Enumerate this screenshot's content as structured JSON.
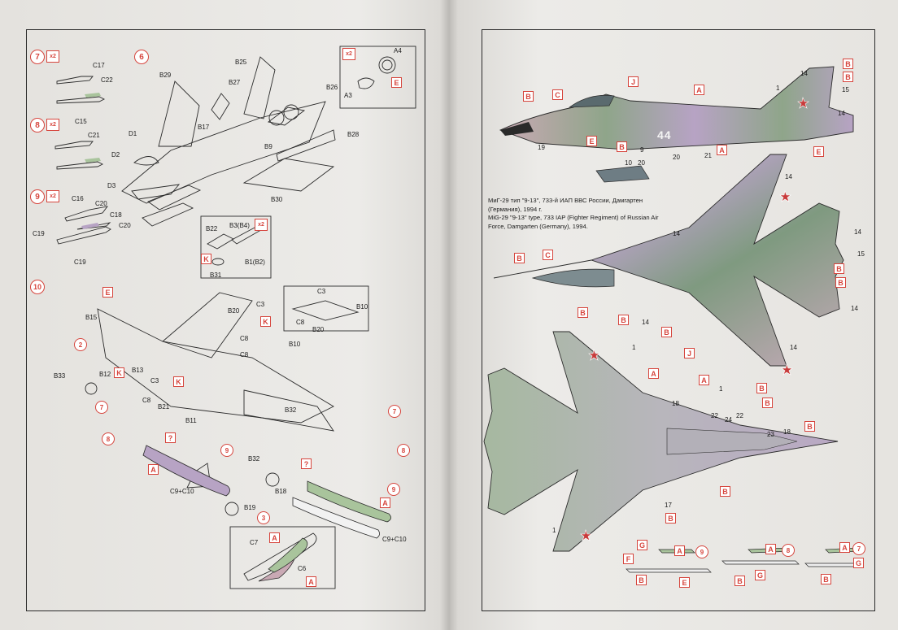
{
  "left_page": {
    "steps": [
      {
        "num": "7",
        "mult": "x2"
      },
      {
        "num": "8",
        "mult": "x2"
      },
      {
        "num": "9",
        "mult": "x2"
      },
      {
        "num": "6",
        "mult": ""
      },
      {
        "num": "10",
        "mult": ""
      }
    ],
    "step6_multiplier": "x2",
    "detail_multiplier": "x2",
    "part_labels": {
      "c17": "C17",
      "c22": "C22",
      "c15": "C15",
      "c21": "C21",
      "c16": "C16",
      "c20a": "C20",
      "c18": "C18",
      "c19a": "C19",
      "c20b": "C20",
      "c19b": "C19",
      "b25": "B25",
      "b29": "B29",
      "b27": "B27",
      "b26": "B26",
      "b17": "B17",
      "b28": "B28",
      "b9": "B9",
      "b30": "B30",
      "d1": "D1",
      "d2": "D2",
      "d3": "D3",
      "a4": "A4",
      "a3": "A3",
      "b22": "B22",
      "b3b4": "B3(B4)",
      "b1b2": "B1(B2)",
      "b31": "B31",
      "b15": "B15",
      "b20a": "B20",
      "c3a": "C3",
      "c3b": "C3",
      "c8a": "C8",
      "b10a": "B10",
      "b20b": "B20",
      "c8b": "C8",
      "b10b": "B10",
      "c8c": "C8",
      "b33": "B33",
      "b12": "B12",
      "b13": "B13",
      "c3c": "C3",
      "c8d": "C8",
      "b21": "B21",
      "b11": "B11",
      "b32a": "B32",
      "b32b": "B32",
      "b18": "B18",
      "b19": "B19",
      "c9c10a": "C9+C10",
      "c9c10b": "C9+C10",
      "c7": "C7",
      "c6": "C6"
    },
    "paint_refs": {
      "e1": "E",
      "e2": "E",
      "k1": "K",
      "k2": "K",
      "k3": "K",
      "k4": "K",
      "a1": "A",
      "a2": "A",
      "a3": "A",
      "a4": "A",
      "q1": "?",
      "q2": "?"
    },
    "circle_refs": {
      "c2": "2",
      "c3": "3",
      "c7a": "7",
      "c7b": "7",
      "c8a": "8",
      "c8b": "8",
      "c9a": "9",
      "c9b": "9"
    }
  },
  "right_page": {
    "caption_ru": "МиГ-29 тип \"9-13\", 733-й ИАП ВВС России, Дамгартен (Германия), 1994 г.",
    "caption_en": "MiG-29 \"9-13\" type, 733 IAP (Fighter Regiment) of Russian Air Force, Damgarten (Germany), 1994.",
    "side_number": "44",
    "paint_refs": {
      "b1": "B",
      "b2": "B",
      "c1": "C",
      "j1": "J",
      "a1": "A",
      "b3": "B",
      "e1": "E",
      "b4": "B",
      "a2": "A",
      "e2": "E",
      "b5": "B",
      "c2": "C",
      "b6": "B",
      "b7": "B",
      "b8": "B",
      "b9": "B",
      "b10": "B",
      "b11": "B",
      "j2": "J",
      "a3": "A",
      "a4": "A",
      "b12": "B",
      "b13": "B",
      "b14": "B",
      "b15": "B",
      "a5": "A",
      "a6": "A",
      "a7": "A",
      "g1": "G",
      "f1": "F",
      "b16": "B",
      "e3": "E",
      "g2": "G",
      "b17": "B",
      "g3": "G",
      "b18": "B"
    },
    "callouts": {
      "n1a": "1",
      "n14a": "14",
      "n15a": "15",
      "n14b": "14",
      "n19": "19",
      "n9": "9",
      "n20a": "20",
      "n21": "21",
      "n10": "10",
      "n20b": "20",
      "n14c": "14",
      "n14d": "14",
      "n14e": "14",
      "n15b": "15",
      "n14f": "14",
      "n14g": "14",
      "n14h": "14",
      "n1b": "1",
      "n1c": "1",
      "n18a": "18",
      "n22": "22",
      "n24": "24",
      "n22b": "22",
      "n23": "23",
      "n18b": "18",
      "n17": "17",
      "n1d": "1"
    },
    "weapon_steps": {
      "s9": "9",
      "s8": "8",
      "s7": "7"
    }
  },
  "colors": {
    "marking_red": "#d6453d",
    "camo_green": "#8fa58a",
    "camo_lilac": "#b7a3c4",
    "camo_pink": "#c9a9b4",
    "underside_grey": "#b8b6bc"
  }
}
